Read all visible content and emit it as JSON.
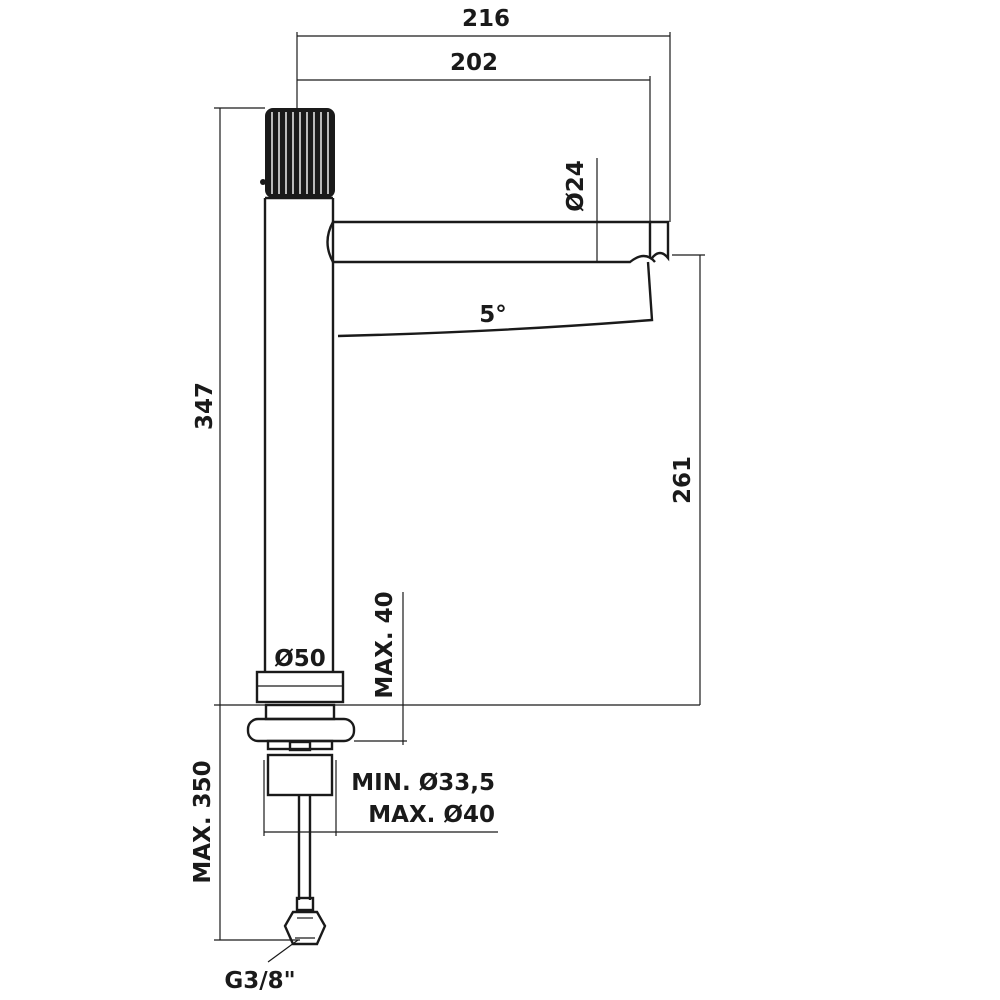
{
  "drawing": {
    "dimensions": {
      "overall_reach": "216",
      "spout_reach": "202",
      "spout_diameter": "Ø24",
      "spout_angle": "5°",
      "total_height": "347",
      "spout_height": "261",
      "base_diameter": "Ø50",
      "max_deck_thickness": "MAX. 40",
      "max_hose_length": "MAX. 350",
      "hole_min": "MIN. Ø33,5",
      "hole_max": "MAX. Ø40",
      "connection": "G3/8\""
    },
    "colors": {
      "line": "#1a1a1a",
      "handle": "#1a1a1a",
      "background": "#ffffff"
    }
  }
}
